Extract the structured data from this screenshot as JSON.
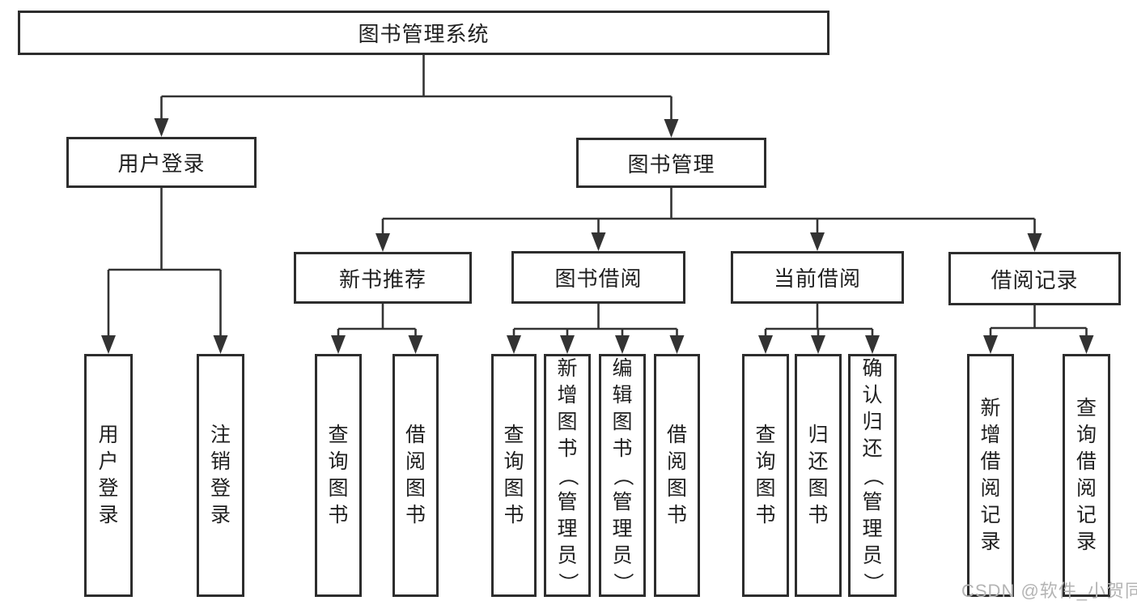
{
  "watermark": "CSDN @软件_小贺同学",
  "diagram_title": "图书管理系统",
  "tree": {
    "id": "root",
    "label": "图书管理系统",
    "children": [
      {
        "id": "user-login",
        "label": "用户登录",
        "children": [
          {
            "id": "leaf-user-login",
            "label": "用户登录"
          },
          {
            "id": "leaf-logout",
            "label": "注销登录"
          }
        ]
      },
      {
        "id": "book-management",
        "label": "图书管理",
        "children": [
          {
            "id": "new-book-recommend",
            "label": "新书推荐",
            "children": [
              {
                "id": "nbr-query-book",
                "label": "查询图书"
              },
              {
                "id": "nbr-borrow-book",
                "label": "借阅图书"
              }
            ]
          },
          {
            "id": "book-borrowing",
            "label": "图书借阅",
            "children": [
              {
                "id": "bb-query-book",
                "label": "查询图书"
              },
              {
                "id": "bb-add-book",
                "label": "新增图书（管理员）"
              },
              {
                "id": "bb-edit-book",
                "label": "编辑图书（管理员）"
              },
              {
                "id": "bb-borrow-book",
                "label": "借阅图书"
              }
            ]
          },
          {
            "id": "current-borrowing",
            "label": "当前借阅",
            "children": [
              {
                "id": "cb-query-book",
                "label": "查询图书"
              },
              {
                "id": "cb-return-book",
                "label": "归还图书"
              },
              {
                "id": "cb-confirm-return",
                "label": "确认归还（管理员）"
              }
            ]
          },
          {
            "id": "borrow-records",
            "label": "借阅记录",
            "children": [
              {
                "id": "br-add-record",
                "label": "新增借阅记录"
              },
              {
                "id": "br-query-record",
                "label": "查询借阅记录"
              }
            ]
          }
        ]
      }
    ]
  },
  "colors": {
    "line": "#333333",
    "border": "#2d2d2d",
    "text": "#1f1f1f",
    "watermark": "#b4b4b4",
    "background": "#ffffff"
  }
}
